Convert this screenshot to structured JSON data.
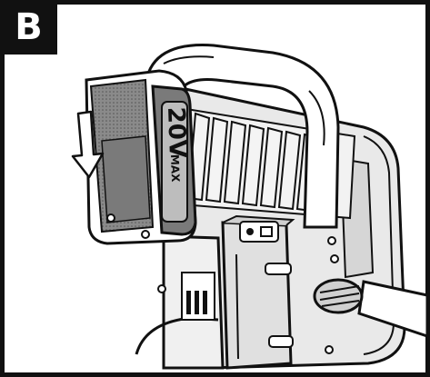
{
  "figure": {
    "step_label": "B",
    "battery_voltage_text": "20V",
    "battery_max_text": "MAX",
    "accent_color": "#111111",
    "body_color": "#dcdcdc",
    "battery_side_color": "#7a7a7a",
    "icons": [
      "downward-arrow-icon",
      "battery-pack",
      "carry-handle",
      "heat-sink-fins",
      "light-head",
      "switch-housing",
      "pivot-knob",
      "battery-terminal"
    ]
  }
}
